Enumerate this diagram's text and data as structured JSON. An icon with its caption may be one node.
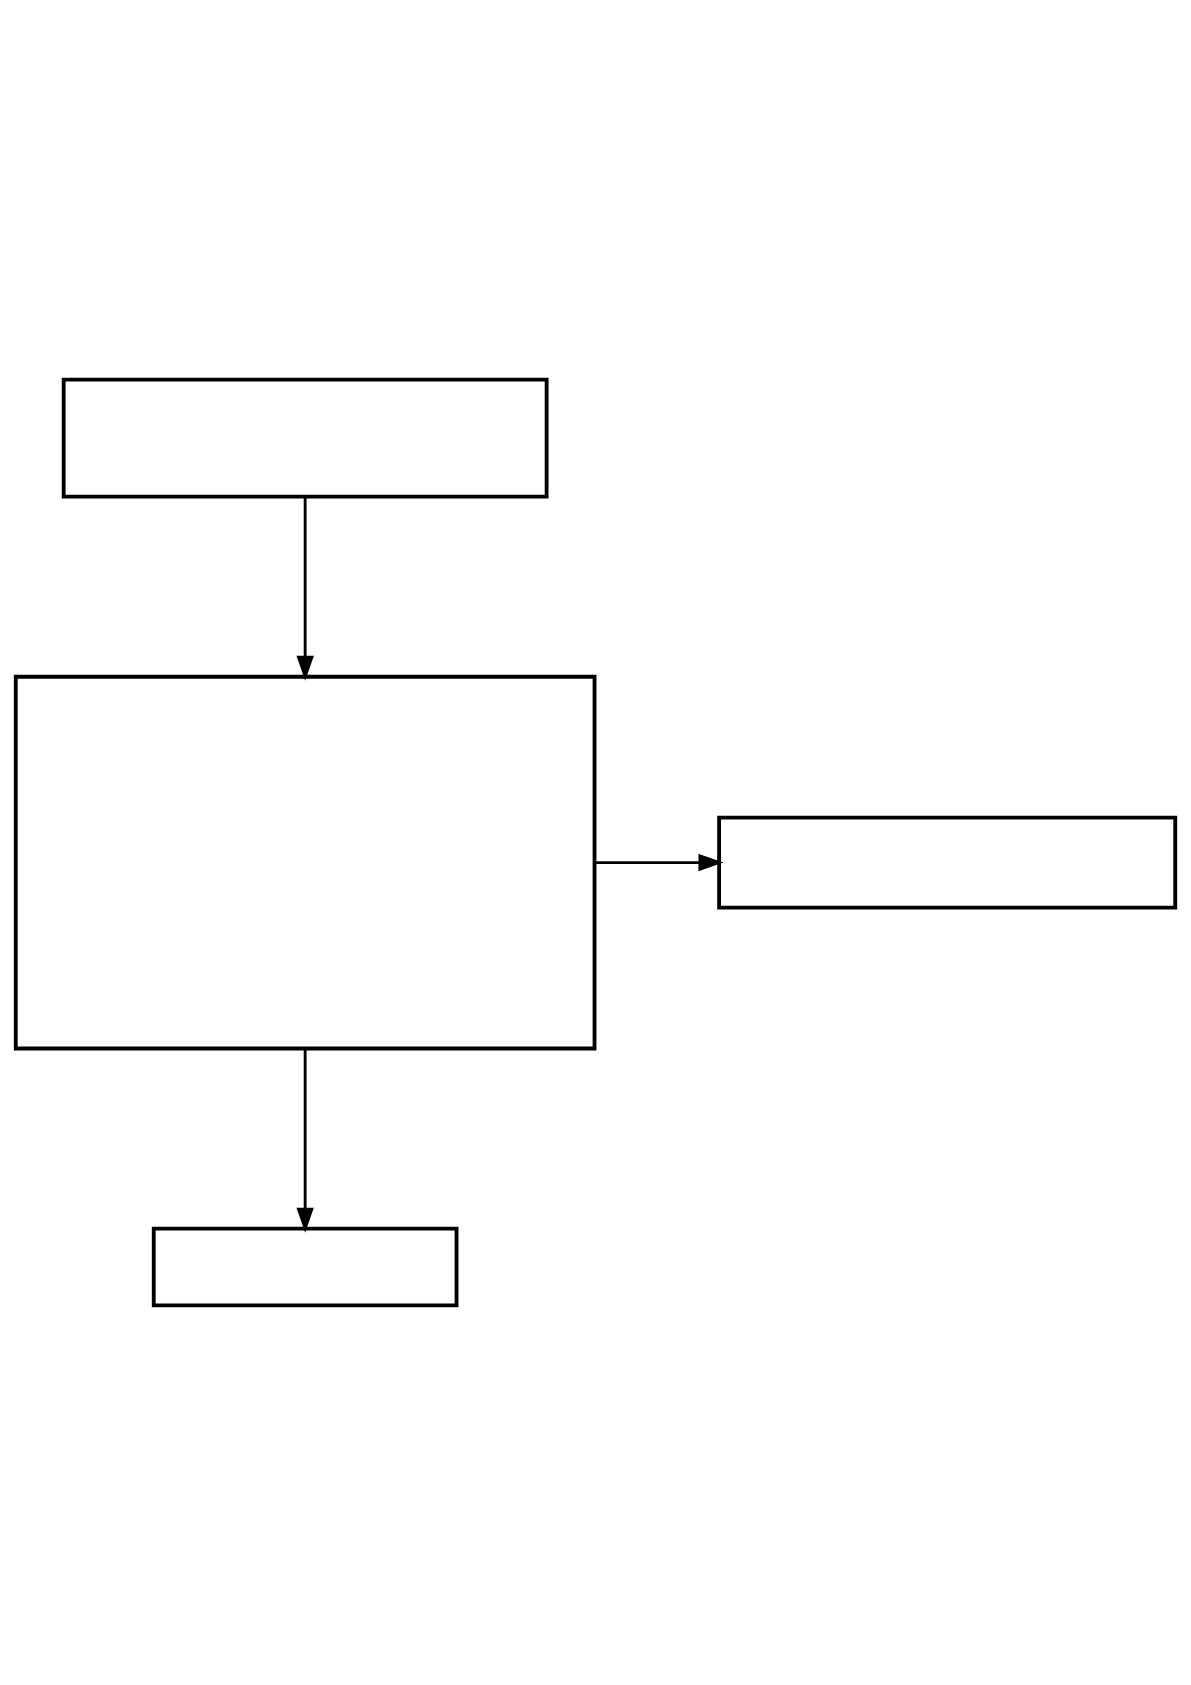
{
  "diagram": {
    "nodes": [
      {
        "text": [],
        "shape": "box"
      },
      {
        "text": [],
        "shape": "box"
      },
      {
        "text": [],
        "shape": "box"
      },
      {
        "text": [],
        "shape": "box"
      }
    ],
    "edges": [
      {
        "from": 0,
        "to": 1,
        "arrow": "to"
      },
      {
        "from": 1,
        "to": 2,
        "arrow": "to"
      },
      {
        "from": 1,
        "to": 3,
        "arrow": "to"
      }
    ]
  }
}
